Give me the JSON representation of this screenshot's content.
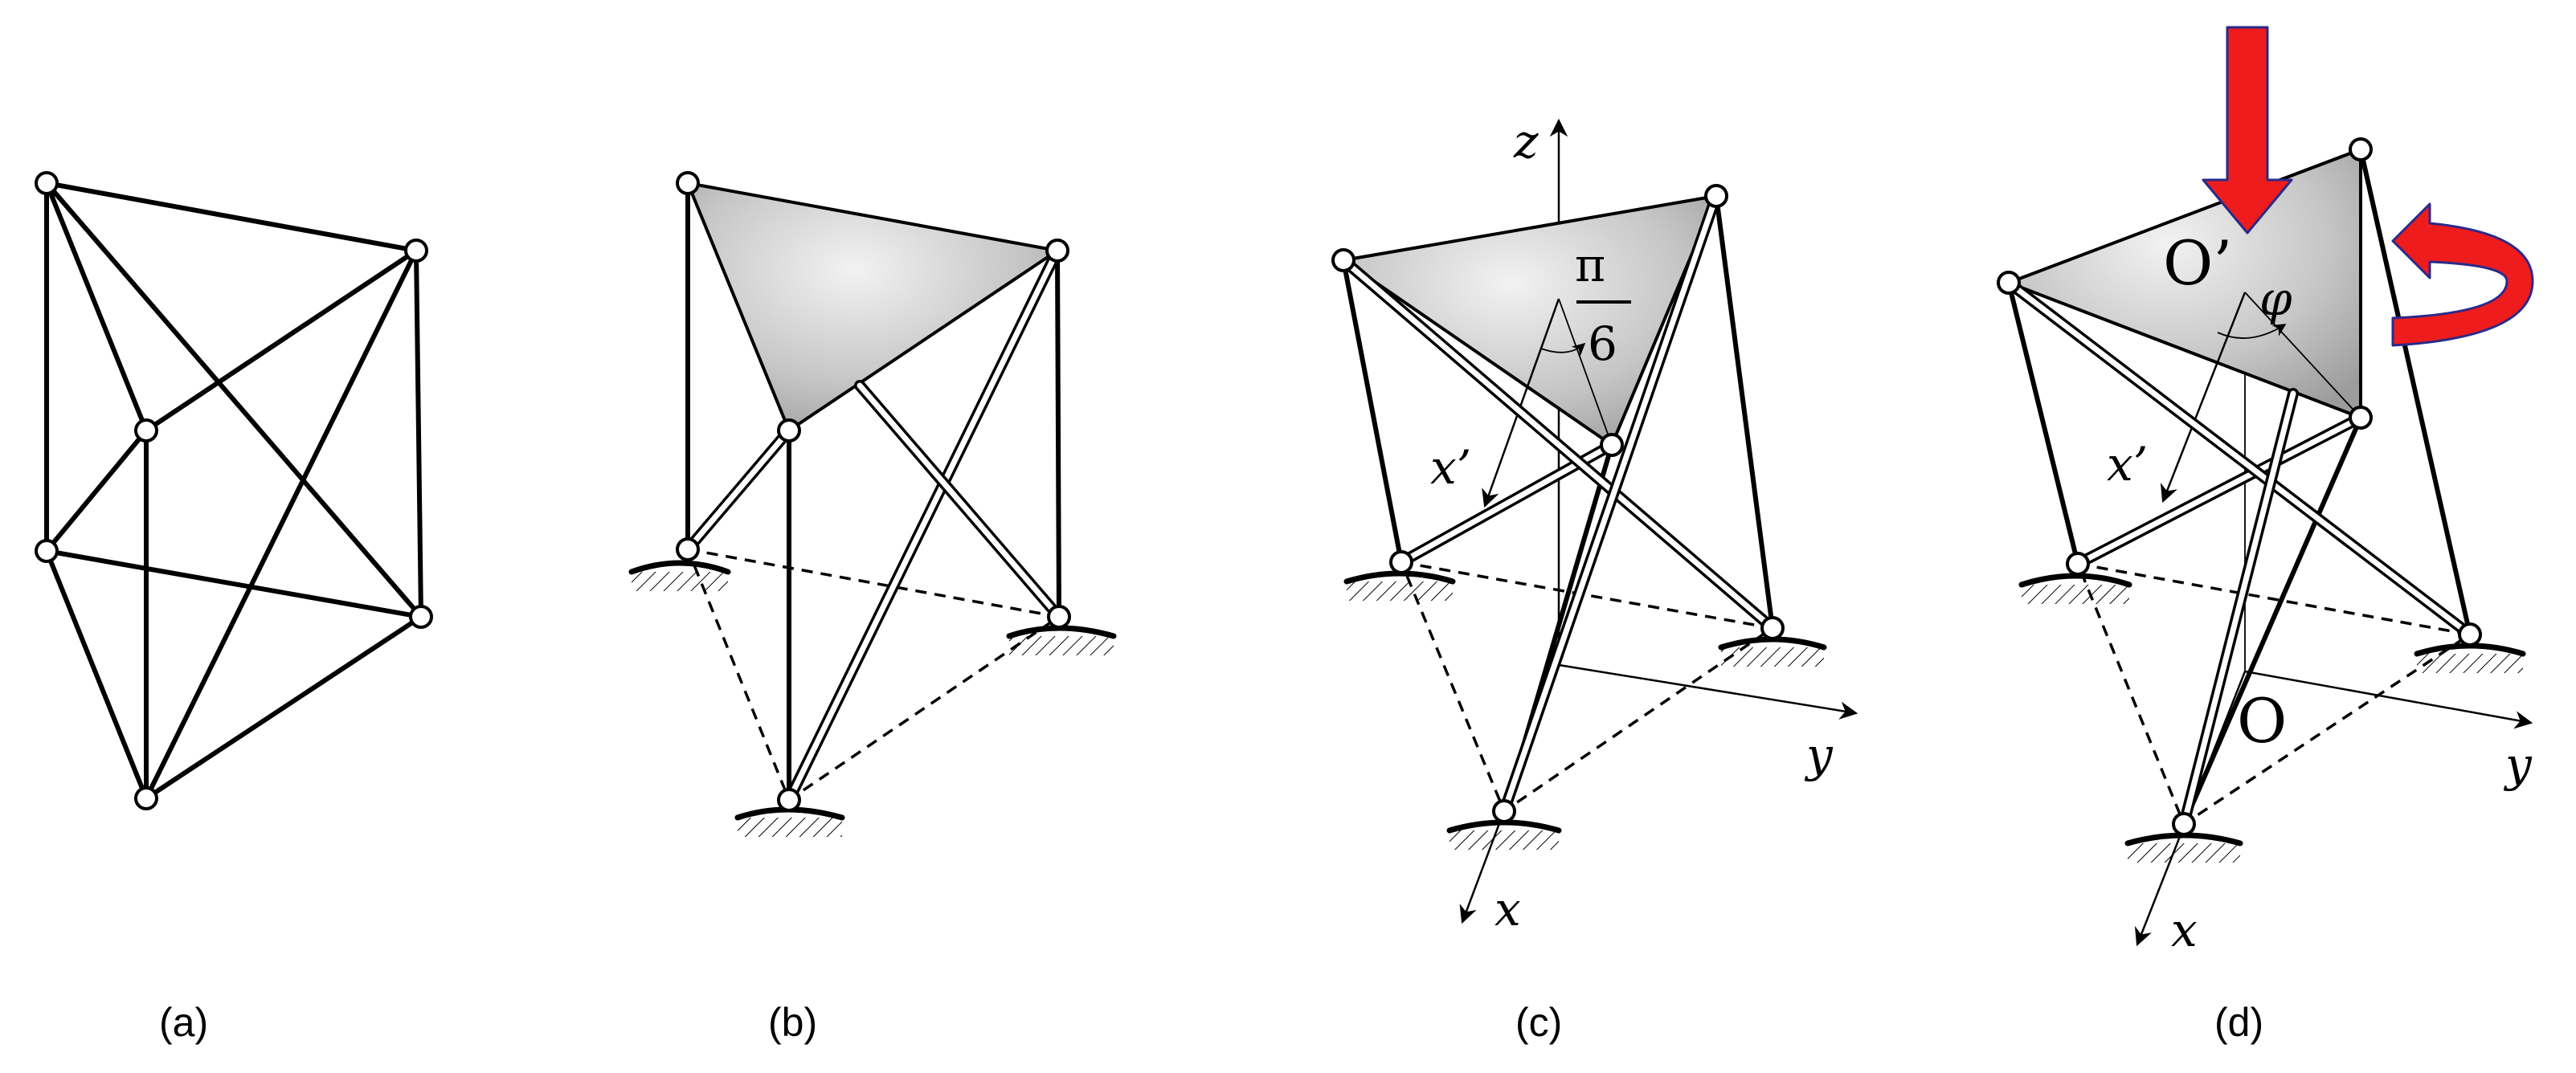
{
  "panels": [
    {
      "caption": "(a)"
    },
    {
      "caption": "(b)"
    },
    {
      "caption": "(c)",
      "angle_numerator": "π",
      "angle_denominator": "6",
      "axes": {
        "z": "z",
        "y": "y",
        "x": "x",
        "x_prime": "x’"
      }
    },
    {
      "caption": "(d)",
      "moving_origin": "O’",
      "fixed_origin": "O",
      "rotation_symbol": "φ",
      "axes": {
        "y": "y",
        "x": "x",
        "x_prime": "x’"
      },
      "load_color": "#ee1c1c",
      "load_outline": "#2a2a8a"
    }
  ]
}
